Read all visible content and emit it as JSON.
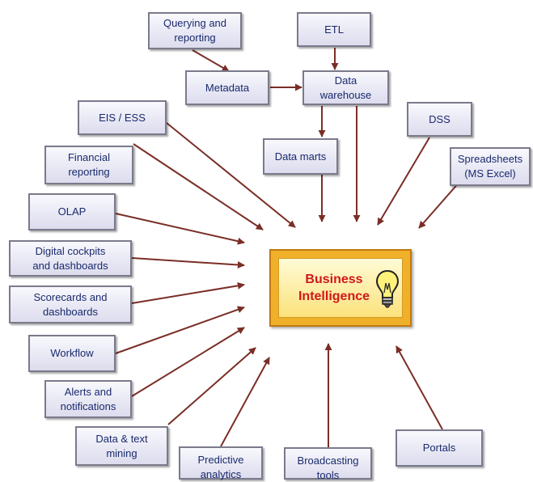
{
  "center": {
    "title": "Business\nIntelligence",
    "icon": "lightbulb-icon"
  },
  "nodes": {
    "querying": "Querying and\nreporting",
    "etl": "ETL",
    "metadata": "Metadata",
    "warehouse": "Data\nwarehouse",
    "eis": "EIS / ESS",
    "datamarts": "Data marts",
    "dss": "DSS",
    "financial": "Financial\nreporting",
    "spreadsheets": "Spreadsheets\n(MS Excel)",
    "olap": "OLAP",
    "cockpits": "Digital cockpits\nand dashboards",
    "scorecards": "Scorecards and\ndashboards",
    "workflow": "Workflow",
    "alerts": "Alerts and\nnotifications",
    "datamining": "Data & text\nmining",
    "predictive": "Predictive\nanalytics",
    "broadcasting": "Broadcasting\ntools",
    "portals": "Portals"
  },
  "colors": {
    "arrow": "#7a2e26",
    "box_border": "#7a7a8c",
    "box_text": "#1a2a6c",
    "bi_text": "#d0181c",
    "bi_frame": "#f0b02a"
  }
}
